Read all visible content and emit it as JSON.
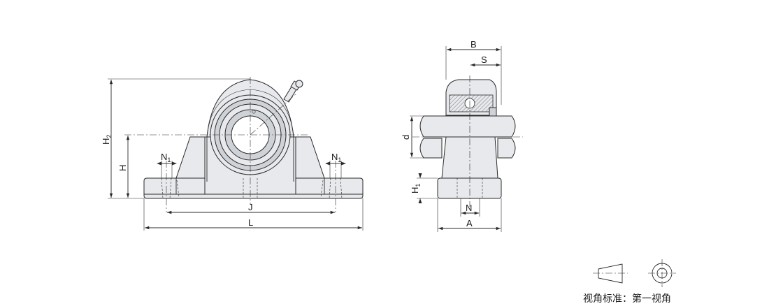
{
  "dimensions": {
    "H2": "H",
    "H2_sub": "2",
    "H": "H",
    "N1_left": "N",
    "N1_left_sub": "1",
    "N1_right": "N",
    "N1_right_sub": "1",
    "J": "J",
    "L": "L",
    "B": "B",
    "S": "S",
    "d": "d",
    "H1": "H",
    "H1_sub": "1",
    "N": "N",
    "A": "A"
  },
  "caption": "视角标准：第一视角"
}
